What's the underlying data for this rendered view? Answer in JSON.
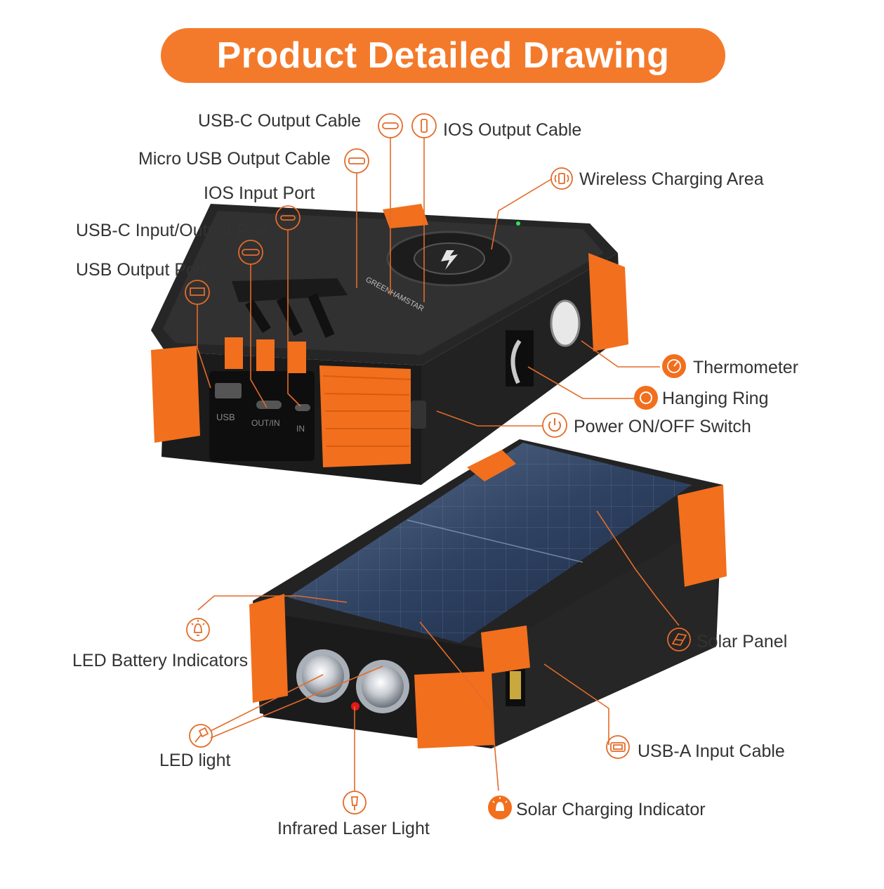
{
  "header": {
    "title": "Product  Detailed Drawing"
  },
  "device": {
    "brand": "GREENHAMSTAR",
    "ports": {
      "usb": "USB",
      "outin": "OUT/IN",
      "in": "IN"
    }
  },
  "callouts": {
    "usb_c_output_cable": "USB-C Output Cable",
    "ios_output_cable": "IOS Output Cable",
    "micro_usb_output_cable": "Micro USB Output Cable",
    "wireless_charging_area": "Wireless Charging Area",
    "ios_input_port": "IOS Input Port",
    "usb_c_input_output_port": "USB-C Input/Output Port",
    "usb_output_port": "USB Output Port",
    "thermometer": "Thermometer",
    "hanging_ring": "Hanging Ring",
    "power_switch": "Power ON/OFF Switch",
    "solar_panel": "Solar Panel",
    "led_battery_indicators": "LED Battery Indicators",
    "usb_a_input_cable": "USB-A Input Cable",
    "led_light": "LED light",
    "infrared_laser_light": "Infrared Laser Light",
    "solar_charging_indicator": "Solar Charging Indicator"
  },
  "colors": {
    "accent": "#f47a2b",
    "body": "#2b2b2b",
    "bumper": "#f26f1d",
    "panel": "#3b4f6e",
    "line": "#e36b2a"
  }
}
